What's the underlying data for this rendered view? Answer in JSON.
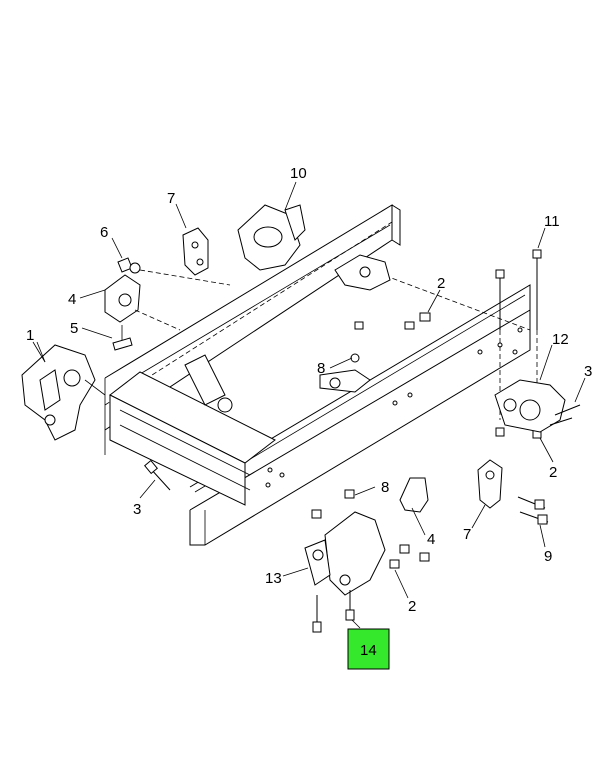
{
  "diagram": {
    "callouts": {
      "c1": "1",
      "c2a": "2",
      "c2b": "2",
      "c2c": "2",
      "c3a": "3",
      "c3b": "3",
      "c4a": "4",
      "c4b": "4",
      "c5": "5",
      "c6": "6",
      "c7a": "7",
      "c7b": "7",
      "c8a": "8",
      "c8b": "8",
      "c9": "9",
      "c10": "10",
      "c11": "11",
      "c12": "12",
      "c13": "13"
    },
    "highlighted": {
      "label": "14",
      "color": "#35e82c"
    }
  }
}
